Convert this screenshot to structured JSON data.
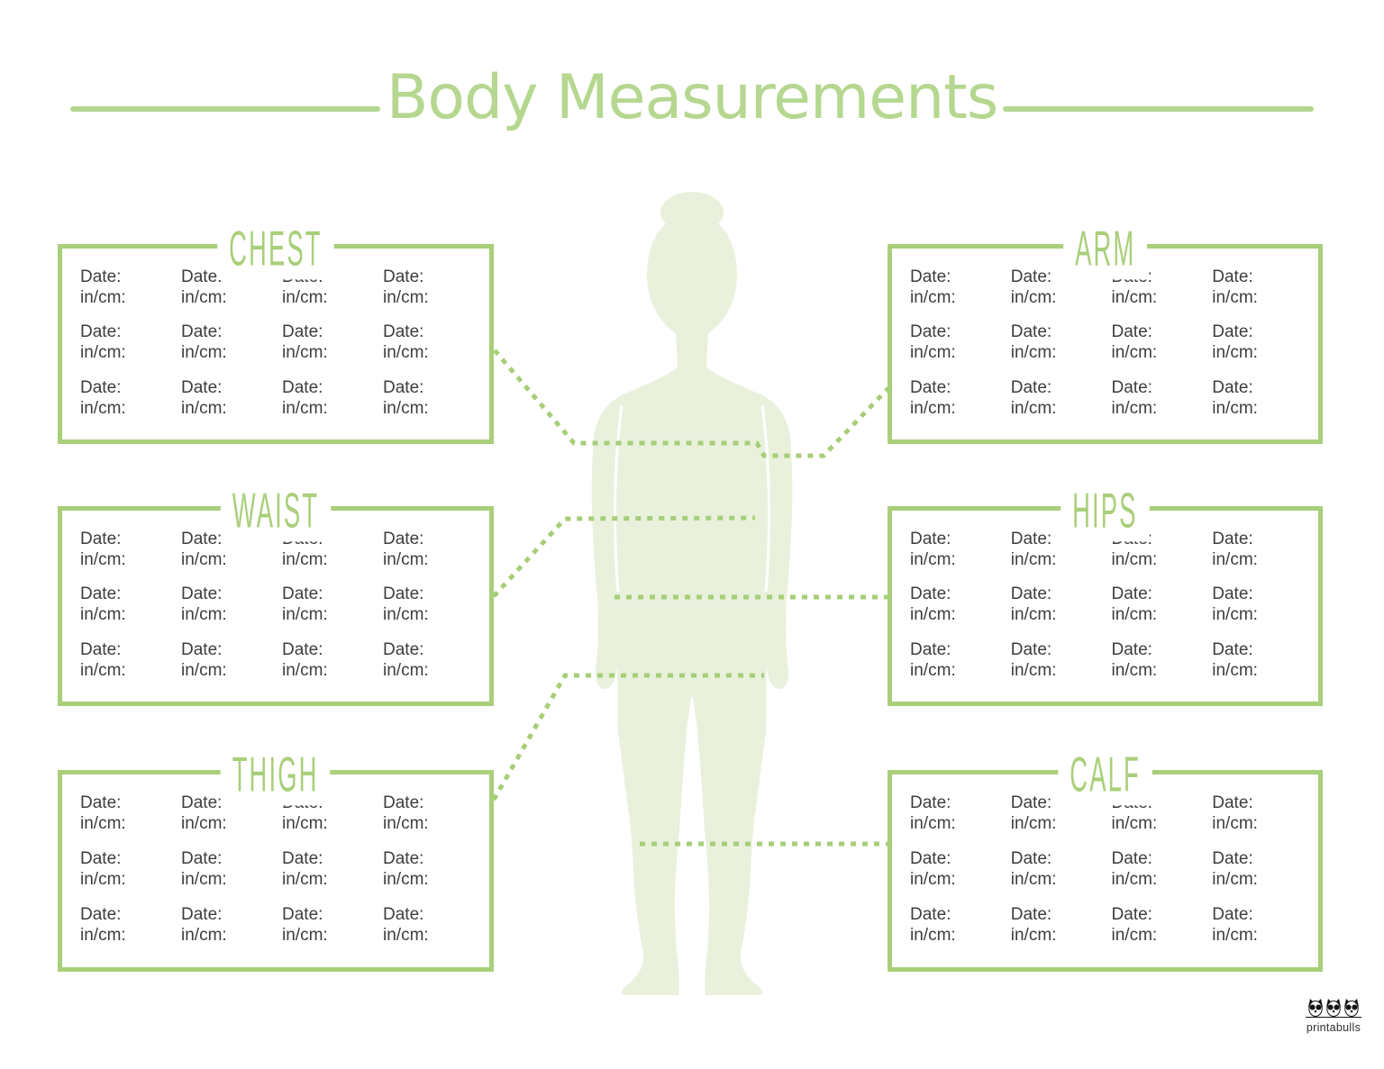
{
  "page": {
    "title": "Body Measurements",
    "watermark": "printabulls"
  },
  "labels": {
    "date": "Date:",
    "unit": "in/cm:"
  },
  "grid": {
    "rows": 3,
    "cols": 4
  },
  "sections": [
    {
      "id": "chest",
      "title": "CHEST"
    },
    {
      "id": "arm",
      "title": "ARM"
    },
    {
      "id": "waist",
      "title": "WAIST"
    },
    {
      "id": "hips",
      "title": "HIPS"
    },
    {
      "id": "thigh",
      "title": "THIGH"
    },
    {
      "id": "calf",
      "title": "CALF"
    }
  ],
  "colors": {
    "accent_green": "#a9cf7a",
    "title_green": "#b5d78f",
    "dotted_green": "#a6ce77",
    "silhouette_green": "#e9f1dc",
    "text_dark": "#3d3d3d"
  }
}
